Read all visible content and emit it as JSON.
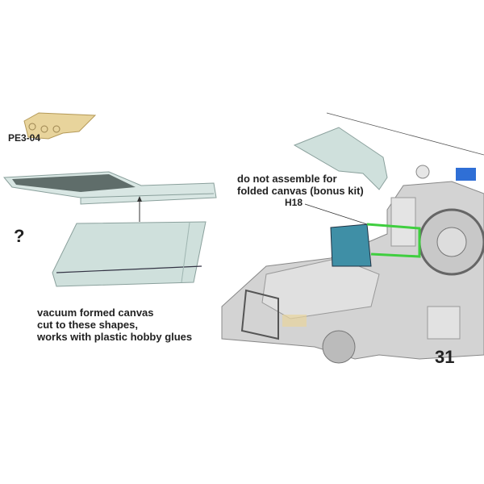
{
  "part_labels": {
    "photo_etch_part": "PE3-04",
    "windshield_part": "H18"
  },
  "question_mark": "?",
  "canvas_note": [
    "vacuum formed canvas",
    "cut to these shapes,",
    "works with plastic hobby glues"
  ],
  "assembly_note": [
    "do not assemble for",
    "folded canvas (bonus kit)"
  ],
  "step_number": "31",
  "colors": {
    "canvas": "#cfe0dc",
    "canvas_dark": "#5f6d6a",
    "brass": "#e8d49c",
    "vehicle": "#d3d3d3",
    "windshield": "#3f8fa6",
    "highlight": "#3fce3f",
    "accessory": "#2f6fd6"
  }
}
